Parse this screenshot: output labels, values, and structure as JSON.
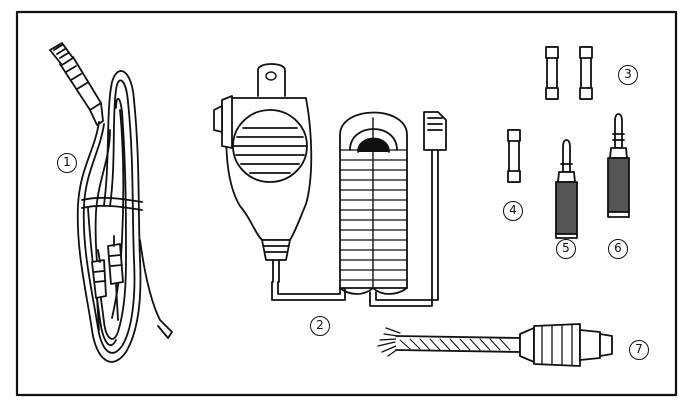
{
  "labels": {
    "item1": "1",
    "item2": "2",
    "item3": "3",
    "item4": "4",
    "item5": "5",
    "item6": "6",
    "item7": "7"
  },
  "icons": {
    "item1": "dc-power-cable-icon",
    "item2": "hand-microphone-icon",
    "item3": "spare-fuses-icon",
    "item4": "spare-fuse-icon",
    "item5": "mono-plug-icon",
    "item6": "mono-plug-icon",
    "item7": "din-plug-cable-icon"
  },
  "colors": {
    "line": "#111111",
    "paper": "#ffffff"
  }
}
